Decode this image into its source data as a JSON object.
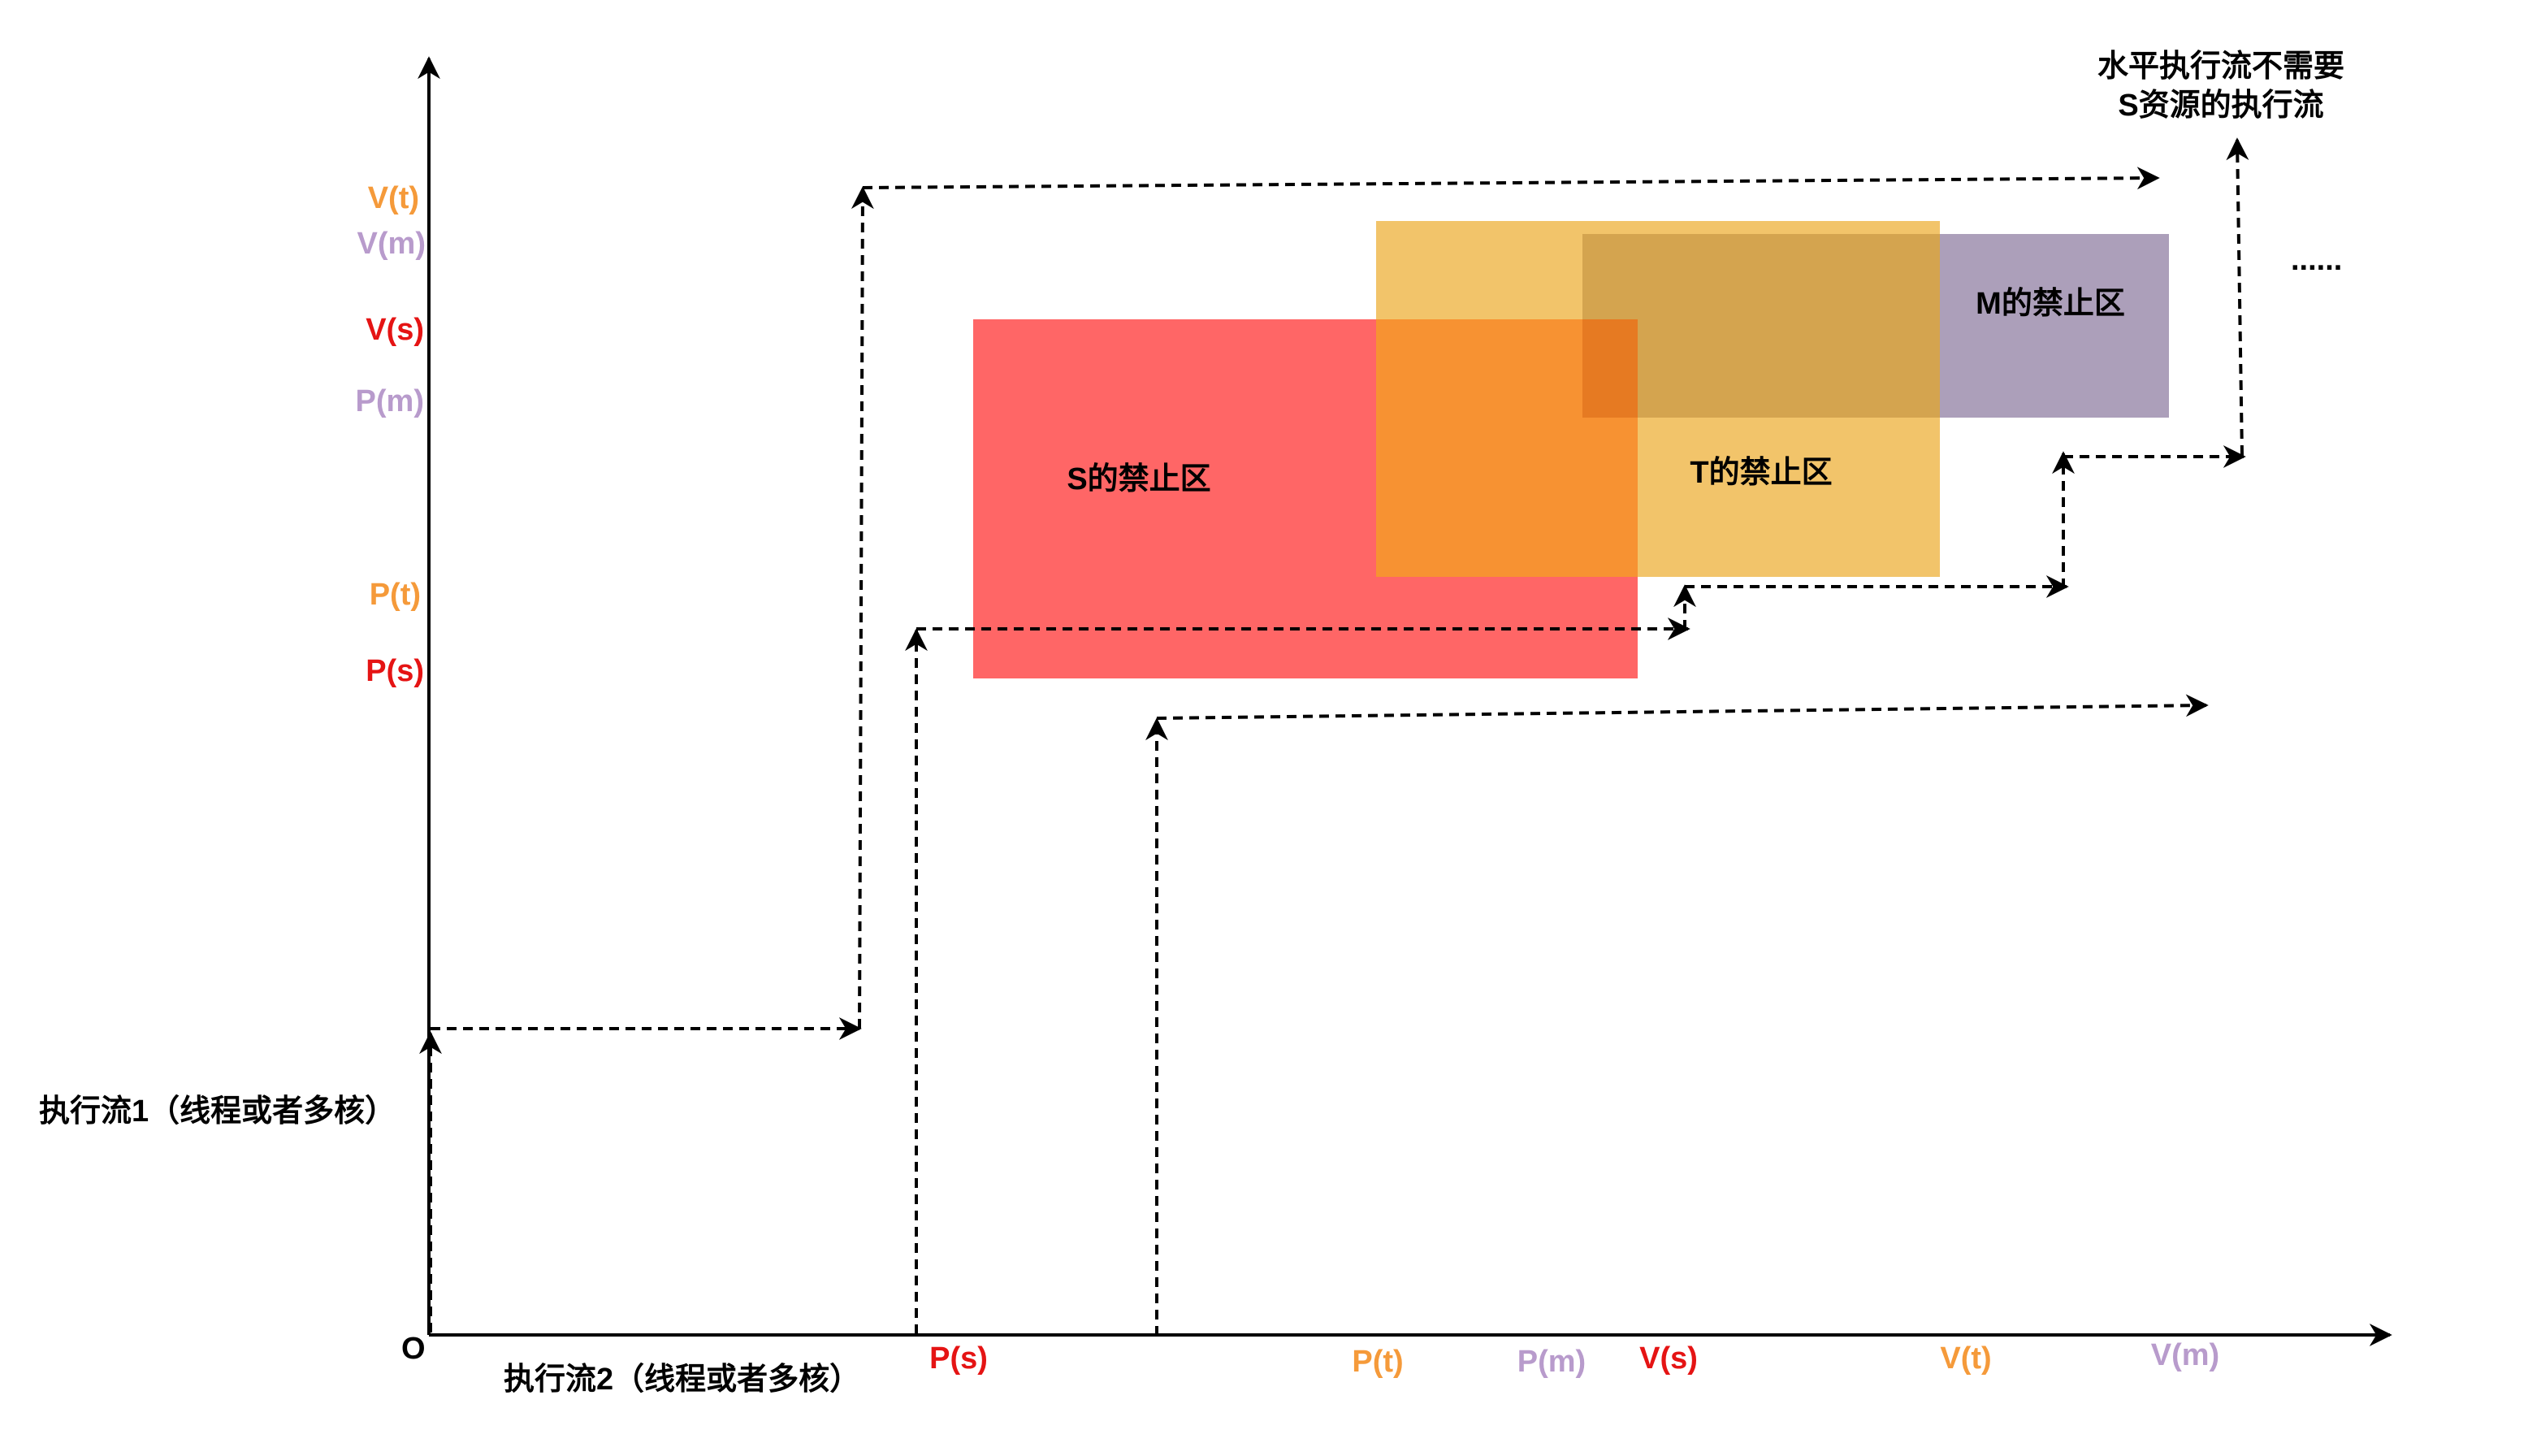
{
  "colors": {
    "s_color": "#e51414",
    "t_color": "#f59a3a",
    "m_color": "#b89bcc",
    "s_zone": "#ff6666",
    "t_zone": "#f2c46a",
    "m_zone": "#ac9fba",
    "overlap_st": "#f79232",
    "overlap_tm": "#d4a44f",
    "overlap_stm": "#e67a22",
    "ink": "#000000"
  },
  "zones": {
    "s": {
      "label": "S的禁止区"
    },
    "t": {
      "label": "T的禁止区"
    },
    "m": {
      "label": "M的禁止区"
    }
  },
  "origin_label": "O",
  "x_axis_label": "执行流2（线程或者多核）",
  "y_axis_label": "执行流1（线程或者多核）",
  "annotation": {
    "line1": "水平执行流不需要",
    "line2": "S资源的执行流"
  },
  "ellipsis": "......",
  "y_ticks": [
    {
      "text": "V(t)",
      "color_key": "t_color"
    },
    {
      "text": "V(m)",
      "color_key": "m_color"
    },
    {
      "text": "V(s)",
      "color_key": "s_color"
    },
    {
      "text": "P(m)",
      "color_key": "m_color"
    },
    {
      "text": "P(t)",
      "color_key": "t_color"
    },
    {
      "text": "P(s)",
      "color_key": "s_color"
    }
  ],
  "x_ticks": [
    {
      "text": "P(s)",
      "color_key": "s_color"
    },
    {
      "text": "P(t)",
      "color_key": "t_color"
    },
    {
      "text": "P(m)",
      "color_key": "m_color"
    },
    {
      "text": "V(s)",
      "color_key": "s_color"
    },
    {
      "text": "V(t)",
      "color_key": "t_color"
    },
    {
      "text": "V(m)",
      "color_key": "m_color"
    }
  ]
}
